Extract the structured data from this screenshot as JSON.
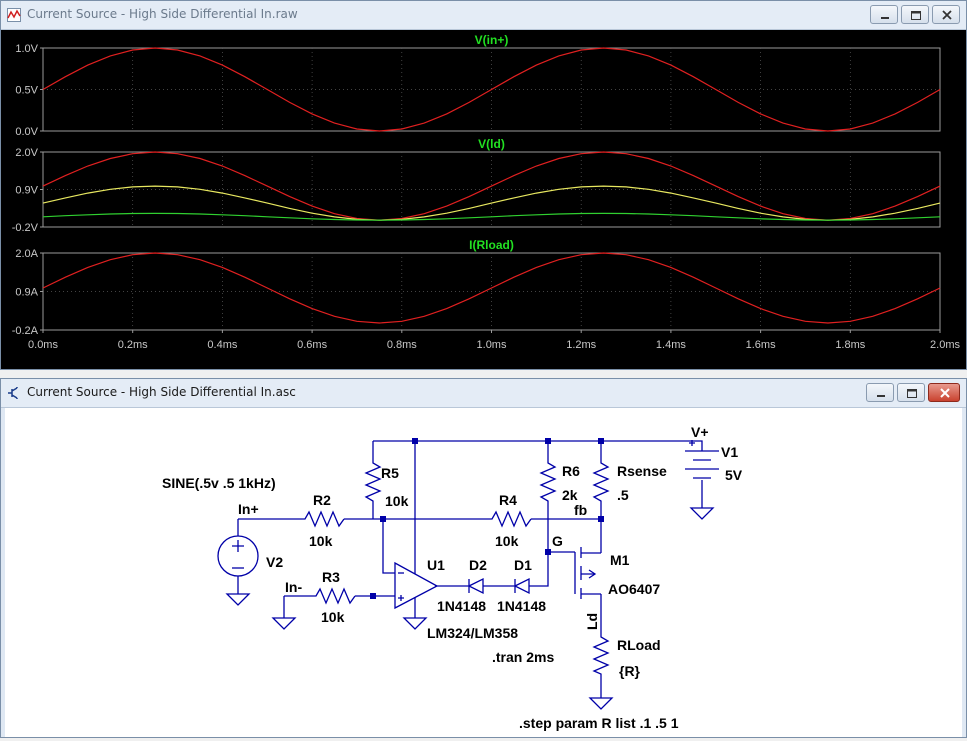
{
  "plot_window": {
    "title": "Current Source - High Side Differential In.raw",
    "panes": [
      {
        "name": "V(in+)",
        "y_ticks": [
          "1.0V",
          "0.5V",
          "0.0V"
        ],
        "ylim": [
          0,
          1
        ]
      },
      {
        "name": "V(ld)",
        "y_ticks": [
          "2.0V",
          "0.9V",
          "-0.2V"
        ],
        "ylim": [
          -0.2,
          2.0
        ]
      },
      {
        "name": "I(Rload)",
        "y_ticks": [
          "2.0A",
          "0.9A",
          "-0.2A"
        ],
        "ylim": [
          -0.2,
          2.0
        ]
      }
    ],
    "x_ticks": [
      "0.0ms",
      "0.2ms",
      "0.4ms",
      "0.6ms",
      "0.8ms",
      "1.0ms",
      "1.2ms",
      "1.4ms",
      "1.6ms",
      "1.8ms",
      "2.0ms"
    ],
    "colors": {
      "background": "#000000",
      "grid": "#5a5a5a",
      "axis_text": "#c8c8c8",
      "trace_label": "#22e022",
      "red": "#e02020",
      "yellow": "#e8e860",
      "green": "#30d030"
    }
  },
  "chart_data": {
    "type": "line",
    "x": [
      0.0,
      0.05,
      0.1,
      0.15,
      0.2,
      0.25,
      0.3,
      0.35,
      0.4,
      0.45,
      0.5,
      0.55,
      0.6,
      0.65,
      0.7,
      0.75,
      0.8,
      0.85,
      0.9,
      0.95,
      1.0,
      1.05,
      1.1,
      1.15,
      1.2,
      1.25,
      1.3,
      1.35,
      1.4,
      1.45,
      1.5,
      1.55,
      1.6,
      1.65,
      1.7,
      1.75,
      1.8,
      1.85,
      1.9,
      1.95,
      2.0
    ],
    "xlim": [
      0,
      2
    ],
    "panes": [
      {
        "title": "V(in+)",
        "ylim": [
          0,
          1
        ],
        "series": [
          {
            "color": "red",
            "values": [
              0.5,
              0.654,
              0.794,
              0.905,
              0.976,
              1.0,
              0.976,
              0.905,
              0.794,
              0.654,
              0.5,
              0.345,
              0.206,
              0.095,
              0.024,
              0.0,
              0.024,
              0.095,
              0.206,
              0.345,
              0.5,
              0.654,
              0.794,
              0.905,
              0.976,
              1.0,
              0.976,
              0.905,
              0.794,
              0.654,
              0.5,
              0.345,
              0.206,
              0.095,
              0.024,
              0.0,
              0.024,
              0.095,
              0.206,
              0.345,
              0.5
            ]
          }
        ]
      },
      {
        "title": "V(ld)",
        "ylim": [
          -0.2,
          2.0
        ],
        "series": [
          {
            "color": "red",
            "values": [
              1.0,
              1.309,
              1.588,
              1.809,
              1.951,
              2.0,
              1.951,
              1.809,
              1.588,
              1.309,
              1.0,
              0.691,
              0.412,
              0.191,
              0.049,
              0.0,
              0.049,
              0.191,
              0.412,
              0.691,
              1.0,
              1.309,
              1.588,
              1.809,
              1.951,
              2.0,
              1.951,
              1.809,
              1.588,
              1.309,
              1.0,
              0.691,
              0.412,
              0.191,
              0.049,
              0.0,
              0.049,
              0.191,
              0.412,
              0.691,
              1.0
            ]
          },
          {
            "color": "yellow",
            "values": [
              0.5,
              0.654,
              0.794,
              0.905,
              0.976,
              1.0,
              0.976,
              0.905,
              0.794,
              0.654,
              0.5,
              0.345,
              0.206,
              0.095,
              0.024,
              0.0,
              0.024,
              0.095,
              0.206,
              0.345,
              0.5,
              0.654,
              0.794,
              0.905,
              0.976,
              1.0,
              0.976,
              0.905,
              0.794,
              0.654,
              0.5,
              0.345,
              0.206,
              0.095,
              0.024,
              0.0,
              0.024,
              0.095,
              0.206,
              0.345,
              0.5
            ]
          },
          {
            "color": "green",
            "values": [
              0.1,
              0.131,
              0.159,
              0.181,
              0.195,
              0.2,
              0.195,
              0.181,
              0.159,
              0.131,
              0.1,
              0.069,
              0.041,
              0.019,
              0.005,
              0.0,
              0.005,
              0.019,
              0.041,
              0.069,
              0.1,
              0.131,
              0.159,
              0.181,
              0.195,
              0.2,
              0.195,
              0.181,
              0.159,
              0.131,
              0.1,
              0.069,
              0.041,
              0.019,
              0.005,
              0.0,
              0.005,
              0.019,
              0.041,
              0.069,
              0.1
            ]
          }
        ]
      },
      {
        "title": "I(Rload)",
        "ylim": [
          -0.2,
          2.0
        ],
        "series": [
          {
            "color": "red",
            "values": [
              1.0,
              1.309,
              1.588,
              1.809,
              1.951,
              2.0,
              1.951,
              1.809,
              1.588,
              1.309,
              1.0,
              0.691,
              0.412,
              0.191,
              0.049,
              0.0,
              0.049,
              0.191,
              0.412,
              0.691,
              1.0,
              1.309,
              1.588,
              1.809,
              1.951,
              2.0,
              1.951,
              1.809,
              1.588,
              1.309,
              1.0,
              0.691,
              0.412,
              0.191,
              0.049,
              0.0,
              0.049,
              0.191,
              0.412,
              0.691,
              1.0
            ]
          }
        ]
      }
    ]
  },
  "schematic_window": {
    "title": "Current Source - High Side Differential In.asc",
    "labels": {
      "sine": "SINE(.5v .5 1kHz)",
      "in_plus": "In+",
      "in_minus": "In-",
      "r2": "R2",
      "r2_val": "10k",
      "r3": "R3",
      "r3_val": "10k",
      "r4": "R4",
      "r4_val": "10k",
      "r5": "R5",
      "r5_val": "10k",
      "r6": "R6",
      "r6_val": "2k",
      "rsense": "Rsense",
      "rsense_val": ".5",
      "fb": "fb",
      "v_plus": "V+",
      "v1": "V1",
      "v1_val": "5V",
      "v2": "V2",
      "u1": "U1",
      "u1_part": "LM324/LM358",
      "d2": "D2",
      "d2_part": "1N4148",
      "d1": "D1",
      "d1_part": "1N4148",
      "g": "G",
      "m1": "M1",
      "m1_part": "AO6407",
      "ld": "Ld",
      "rload": "RLoad",
      "rload_val": "{R}",
      "tran": ".tran 2ms",
      "step": ".step param R list .1 .5 1"
    }
  }
}
